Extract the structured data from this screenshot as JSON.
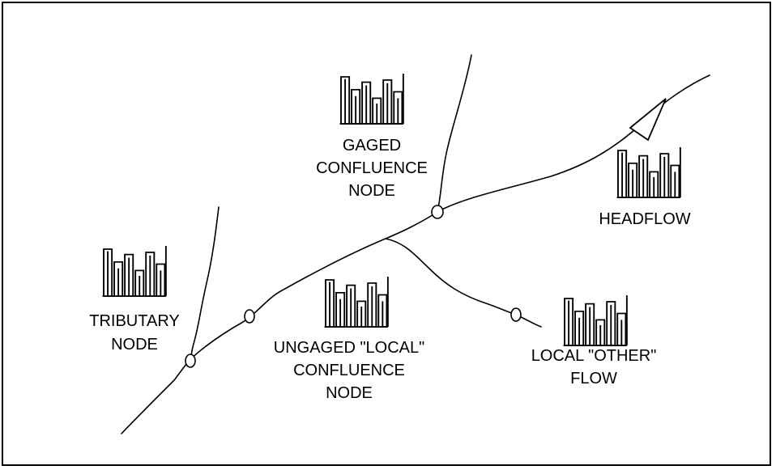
{
  "diagram": {
    "labels": {
      "gaged_confluence": [
        "GAGED",
        "CONFLUENCE",
        "NODE"
      ],
      "headflow": [
        "HEADFLOW"
      ],
      "tributary": [
        "TRIBUTARY",
        "NODE"
      ],
      "ungaged_local": [
        "UNGAGED \"LOCAL\"",
        "CONFLUENCE",
        "NODE"
      ],
      "local_other": [
        "LOCAL \"OTHER\"",
        "FLOW"
      ]
    },
    "colors": {
      "line": "#000000",
      "background": "#ffffff"
    },
    "icons": [
      "flow-hydrograph-icon",
      "node-circle-icon",
      "flow-direction-arrow-icon"
    ]
  }
}
